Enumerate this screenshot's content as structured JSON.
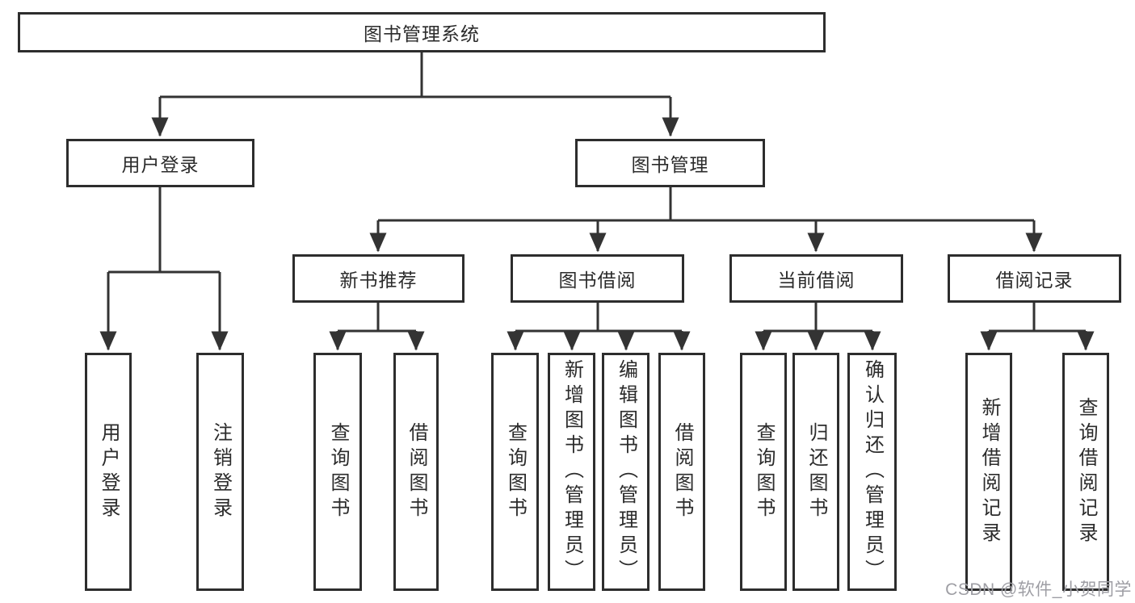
{
  "colors": {
    "line": "#333333",
    "box_border": "#2d2d2d",
    "text": "#2b2b2b",
    "watermark": "#9e9ea4",
    "background": "#ffffff"
  },
  "watermark": {
    "text": "CSDN @软件_小贺同学"
  },
  "root": {
    "label": "图书管理系统",
    "children": [
      {
        "label": "用户登录",
        "children": [
          {
            "label": "用户登录"
          },
          {
            "label": "注销登录"
          }
        ]
      },
      {
        "label": "图书管理",
        "children": [
          {
            "label": "新书推荐",
            "children": [
              {
                "label": "查询图书"
              },
              {
                "label": "借阅图书"
              }
            ]
          },
          {
            "label": "图书借阅",
            "children": [
              {
                "label": "查询图书"
              },
              {
                "label": "新增图书（管理员）"
              },
              {
                "label": "编辑图书（管理员）"
              },
              {
                "label": "借阅图书"
              }
            ]
          },
          {
            "label": "当前借阅",
            "children": [
              {
                "label": "查询图书"
              },
              {
                "label": "归还图书"
              },
              {
                "label": "确认归还（管理员）"
              }
            ]
          },
          {
            "label": "借阅记录",
            "children": [
              {
                "label": "新增借阅记录"
              },
              {
                "label": "查询借阅记录"
              }
            ]
          }
        ]
      }
    ]
  }
}
